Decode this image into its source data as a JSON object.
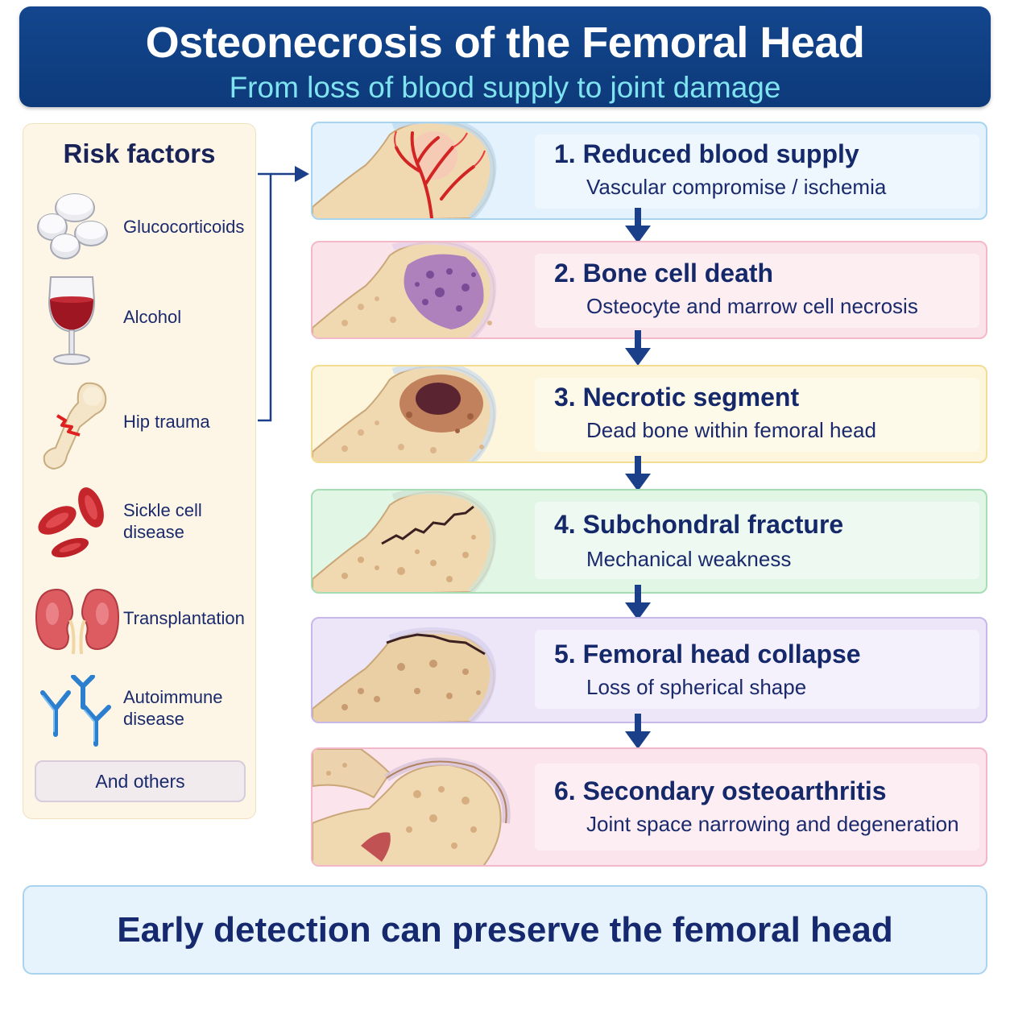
{
  "header": {
    "title": "Osteonecrosis of the Femoral Head",
    "subtitle": "From loss of blood supply to joint damage"
  },
  "risk_factors": {
    "title": "Risk factors",
    "items": [
      {
        "icon": "pills-icon",
        "label": "Glucocorticoids"
      },
      {
        "icon": "wine-glass-icon",
        "label": "Alcohol"
      },
      {
        "icon": "fractured-bone-icon",
        "label": "Hip trauma"
      },
      {
        "icon": "red-blood-cells-icon",
        "label": "Sickle cell disease"
      },
      {
        "icon": "kidneys-icon",
        "label": "Transplantation"
      },
      {
        "icon": "antibodies-icon",
        "label": "Autoimmune disease"
      }
    ],
    "others": "And others"
  },
  "stages": [
    {
      "title": "1. Reduced blood supply",
      "desc": "Vascular compromise / ischemia",
      "bg": "#e3f2fc",
      "border": "#a8d4f0",
      "card": "#edf7fd",
      "illustration": "femoral-head-vessels-icon"
    },
    {
      "title": "2. Bone cell death",
      "desc": "Osteocyte and marrow cell necrosis",
      "bg": "#fbe3ea",
      "border": "#f3b9c8",
      "card": "#fdeef2",
      "illustration": "femoral-head-purple-necrosis-icon"
    },
    {
      "title": "3. Necrotic segment",
      "desc": "Dead bone within femoral head",
      "bg": "#fdf5dc",
      "border": "#f2dd93",
      "card": "#fefae9",
      "illustration": "femoral-head-necrotic-segment-icon"
    },
    {
      "title": "4. Subchondral fracture",
      "desc": "Mechanical weakness",
      "bg": "#e2f6e6",
      "border": "#a6ddb2",
      "card": "#eefaf1",
      "illustration": "femoral-head-fracture-icon"
    },
    {
      "title": "5. Femoral head collapse",
      "desc": "Loss of spherical shape",
      "bg": "#ece6f8",
      "border": "#c7b7ea",
      "card": "#f4f0fc",
      "illustration": "femoral-head-collapse-icon"
    },
    {
      "title": "6. Secondary osteoarthritis",
      "desc": "Joint space narrowing and degeneration",
      "bg": "#fce4ec",
      "border": "#f3b7ca",
      "card": "#fdeef3",
      "illustration": "hip-joint-osteoarthritis-icon"
    }
  ],
  "footer": {
    "text": "Early detection can preserve the femoral head"
  }
}
